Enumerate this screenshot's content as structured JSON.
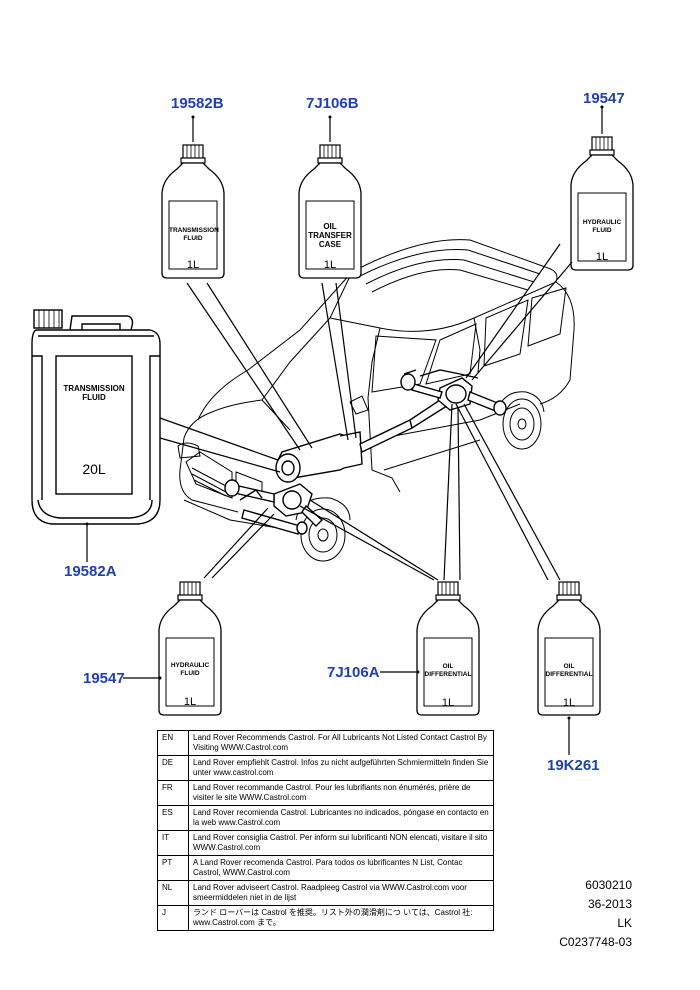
{
  "parts": {
    "p19582B": "19582B",
    "p7J106B": "7J106B",
    "p19547_top": "19547",
    "p19582A": "19582A",
    "p19547_bottom": "19547",
    "p7J106A": "7J106A",
    "p19K261": "19K261"
  },
  "containers": {
    "can": {
      "line1": "TRANSMISSION",
      "line2": "FLUID",
      "volume": "20L"
    },
    "trans_bottle": {
      "line1": "TRANSMISSION",
      "line2": "FLUID",
      "volume": "1L"
    },
    "transfer_bottle": {
      "line1": "OIL",
      "line2": "TRANSFER",
      "line3": "CASE",
      "volume": "1L"
    },
    "hyd_top": {
      "line1": "HYDRAULIC",
      "line2": "FLUID",
      "volume": "1L"
    },
    "hyd_bottom": {
      "line1": "HYDRAULIC",
      "line2": "FLUID",
      "volume": "1L"
    },
    "diff_a": {
      "line1": "OIL",
      "line2": "DIFFERENTIAL",
      "volume": "1L"
    },
    "diff_b": {
      "line1": "OIL",
      "line2": "DIFFERENTIAL",
      "volume": "1L"
    }
  },
  "notes": [
    {
      "lang": "EN",
      "text": "Land Rover Recommends Castrol.  For All Lubricants Not Listed Contact Castrol By Visiting WWW.Castrol.com"
    },
    {
      "lang": "DE",
      "text": "Land Rover empfiehlt Castrol.  Infos zu nicht aufgeführten Schmiermitteln finden Sie unter www.castrol.com"
    },
    {
      "lang": "FR",
      "text": "Land Rover recommande Castrol. Pour les lubrifiants non énumérés, prière de visiter le site WWW.Castrol.com"
    },
    {
      "lang": "ES",
      "text": "Land Rover recomienda Castrol.  Lubricantes no indicados, póngase en contacto en la web www.Castrol.com"
    },
    {
      "lang": "IT",
      "text": "Land Rover consiglia Castrol.  Per inform sui lubrificanti NON elencati, visitare il sito WWW.Castrol.com"
    },
    {
      "lang": "PT",
      "text": "A Land Rover recomenda Castrol.  Para todos os lubrificantes N List, Contac Castrol, WWW.Castrol.com"
    },
    {
      "lang": "NL",
      "text": "Land Rover adviseert Castrol.  Raadpleeg Castrol via WWW.Castrol.com voor smeermiddelen niet in de lijst"
    },
    {
      "lang": "J",
      "text": "ランド ローバーは Castrol を推奨。リスト外の潤滑剤につ いては、Castrol 社: www.Castrol.com まで。"
    }
  ],
  "meta": {
    "line1": "6030210",
    "line2": "36-2013",
    "line3": "LK",
    "line4": "C0237748-03"
  },
  "colors": {
    "label": "#1f3fb8",
    "line": "#000000"
  }
}
